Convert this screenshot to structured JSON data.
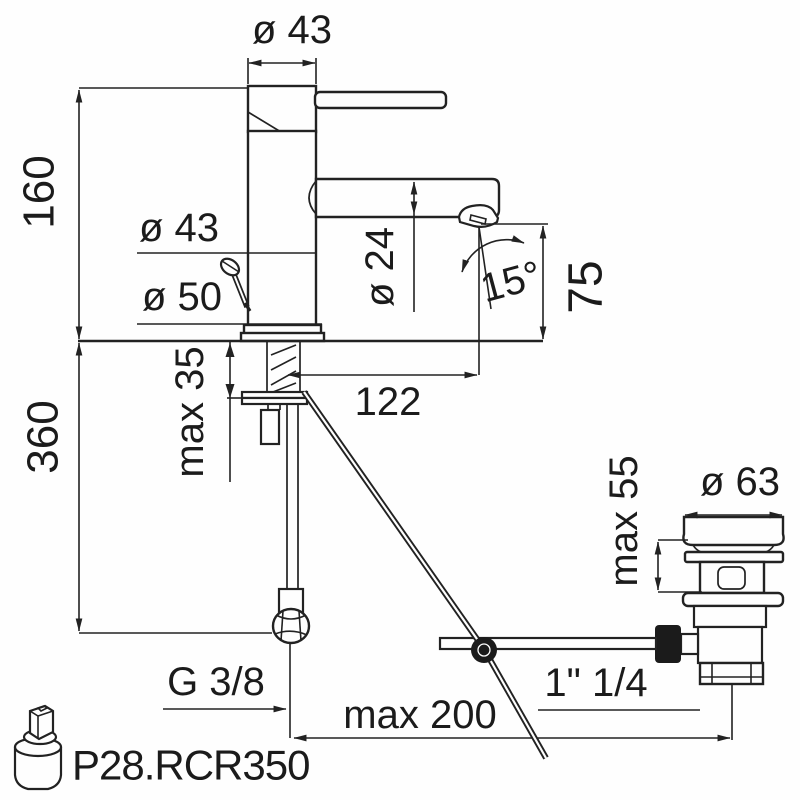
{
  "drawing": {
    "product_code": "P28.RCR350",
    "type": "single-lever basin mixer technical drawing",
    "colors": {
      "ink": "#1b1b1b",
      "paper": "#fefefe"
    },
    "dims": {
      "handle_dia": "ø 43",
      "body_dia": "ø 43",
      "base_dia": "ø 50",
      "spout_dia": "ø 24",
      "spout_angle": "15°",
      "outlet_height": "75",
      "spout_reach": "122",
      "height_above_deck": "160",
      "supply_below_deck": "360",
      "deck_thickness_max": "max 35",
      "waste_flange_dia": "ø 63",
      "waste_deck_max": "max 55",
      "supply_thread": "G 3/8",
      "waste_thread": "1\" 1/4",
      "rod_length_max": "max 200"
    }
  }
}
